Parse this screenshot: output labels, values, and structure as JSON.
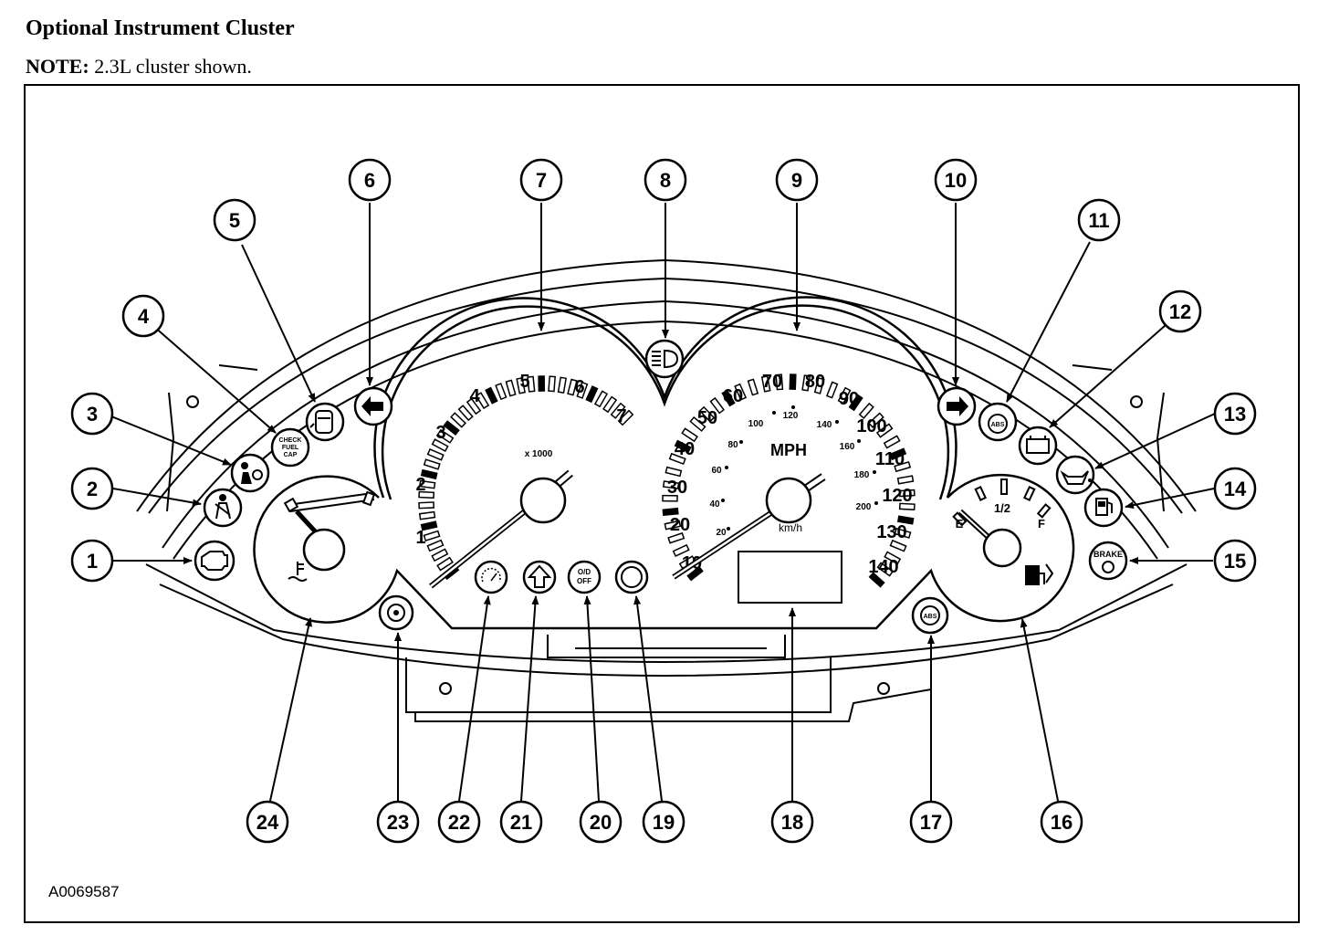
{
  "header": {
    "title": "Optional Instrument Cluster",
    "note_label": "NOTE:",
    "note_text": " 2.3L cluster shown."
  },
  "figure_id": "A0069587",
  "tachometer": {
    "scale_labels": [
      "1",
      "2",
      "3",
      "4",
      "5",
      "6",
      "7"
    ],
    "multiplier": "x 1000"
  },
  "speedometer": {
    "mph_labels": [
      "10",
      "20",
      "30",
      "40",
      "50",
      "60",
      "70",
      "80",
      "90",
      "100",
      "110",
      "120",
      "130",
      "140"
    ],
    "kmh_labels": [
      "20",
      "40",
      "60",
      "80",
      "100",
      "120",
      "140",
      "160",
      "180",
      "200"
    ],
    "unit_main": "MPH",
    "unit_sub": "km/h"
  },
  "fuel_gauge": {
    "empty": "E",
    "half": "1/2",
    "full": "F"
  },
  "icon_text": {
    "check_fuel_cap": [
      "CHECK",
      "FUEL",
      "CAP"
    ],
    "od_off": [
      "O/D",
      "OFF"
    ],
    "abs": "ABS",
    "brake": "BRAKE"
  },
  "callouts": [
    "1",
    "2",
    "3",
    "4",
    "5",
    "6",
    "7",
    "8",
    "9",
    "10",
    "11",
    "12",
    "13",
    "14",
    "15",
    "16",
    "17",
    "18",
    "19",
    "20",
    "21",
    "22",
    "23",
    "24"
  ],
  "callout_icons": {
    "1": "check-engine-icon",
    "2": "seat-belt-icon",
    "3": "air-bag-icon",
    "4": "check-fuel-cap-icon",
    "5": "door-ajar-icon",
    "6": "left-turn-signal-icon",
    "7": "tachometer",
    "8": "high-beam-icon",
    "9": "speedometer",
    "10": "right-turn-signal-icon",
    "11": "abs-warning-icon",
    "12": "charging-system-icon",
    "13": "oil-pressure-icon",
    "14": "low-fuel-icon",
    "15": "brake-warning-icon",
    "16": "fuel-gauge",
    "17": "abs-indicator-icon",
    "18": "odometer-display",
    "19": "blank-indicator-icon",
    "20": "overdrive-off-icon",
    "21": "upshift-icon",
    "22": "cruise-control-icon",
    "23": "powertrain-malfunction-icon",
    "24": "temperature-gauge"
  }
}
